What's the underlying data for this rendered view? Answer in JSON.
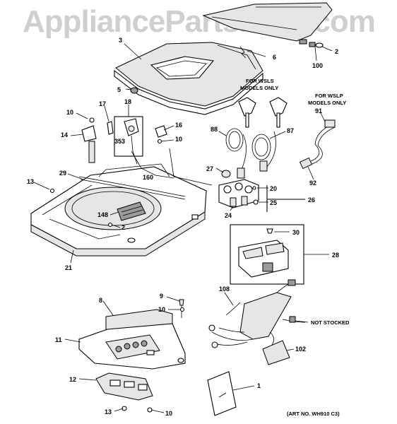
{
  "watermark": "AppliancePartsPros.com",
  "parts": {
    "p1": "1",
    "p2a": "2",
    "p2b": "2",
    "p3": "3",
    "p5": "5",
    "p6": "6",
    "p8": "8",
    "p9": "9",
    "p10a": "10",
    "p10b": "10",
    "p10c": "10",
    "p10d": "10",
    "p11": "11",
    "p12": "12",
    "p13a": "13",
    "p13b": "13",
    "p14": "14",
    "p16": "16",
    "p17": "17",
    "p18": "18",
    "p20": "20",
    "p21": "21",
    "p24": "24",
    "p25": "25",
    "p26": "26",
    "p27": "27",
    "p28": "28",
    "p29": "29",
    "p30": "30",
    "p87": "87",
    "p88": "88",
    "p91": "91",
    "p92": "92",
    "p100": "100",
    "p102": "102",
    "p108": "108",
    "p148": "148",
    "p160": "160",
    "p353": "353"
  },
  "notes": {
    "wsls_line1": "FOR WSLS",
    "wsls_line2": "MODELS ONLY",
    "wslp_line1": "FOR WSLP",
    "wslp_line2": "MODELS ONLY",
    "not_stocked": "NOT STOCKED",
    "art_no": "(ART NO. WH910 C3)"
  }
}
